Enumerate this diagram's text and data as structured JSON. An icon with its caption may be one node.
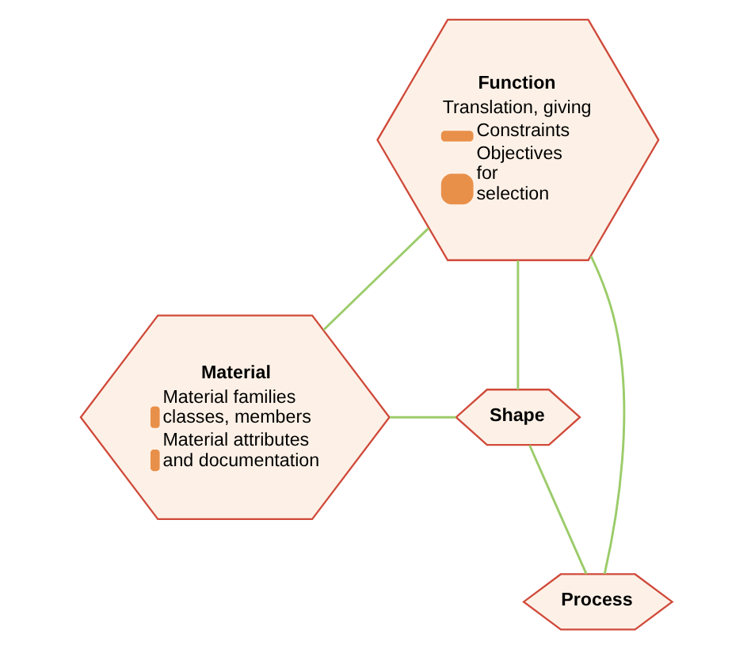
{
  "diagram": {
    "nodes": [
      {
        "text": [
          "Function",
          "Translation, giving",
          "Constraints",
          "Objectives for selection"
        ]
      },
      {
        "text": [
          "Material",
          "Material families classes, members",
          "Material attributes and documentation"
        ]
      },
      {
        "text": [
          "Shape"
        ]
      },
      {
        "text": [
          "Process"
        ]
      }
    ],
    "edges": [
      {
        "from": 0,
        "to": 1,
        "arrow": "none"
      },
      {
        "from": 0,
        "to": 2,
        "arrow": "none"
      },
      {
        "from": 0,
        "to": 3,
        "arrow": "none"
      },
      {
        "from": 1,
        "to": 2,
        "arrow": "none"
      },
      {
        "from": 2,
        "to": 3,
        "arrow": "none"
      }
    ]
  }
}
